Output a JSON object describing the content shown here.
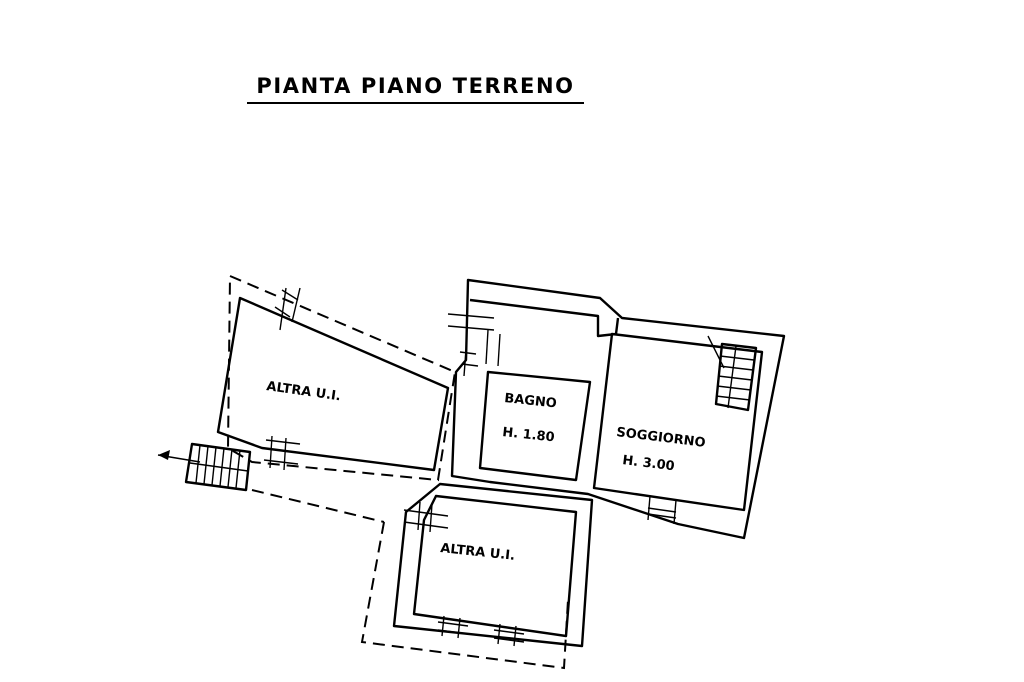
{
  "plan": {
    "title": "PIANTA PIANO TERRENO",
    "rooms": {
      "altra_ui_left": {
        "label": "ALTRA U.I."
      },
      "bagno": {
        "label": "BAGNO",
        "height": "H. 1.80"
      },
      "soggiorno": {
        "label": "SOGGIORNO",
        "height": "H. 3.00"
      },
      "altra_ui_bottom": {
        "label": "ALTRA U.I."
      }
    }
  }
}
